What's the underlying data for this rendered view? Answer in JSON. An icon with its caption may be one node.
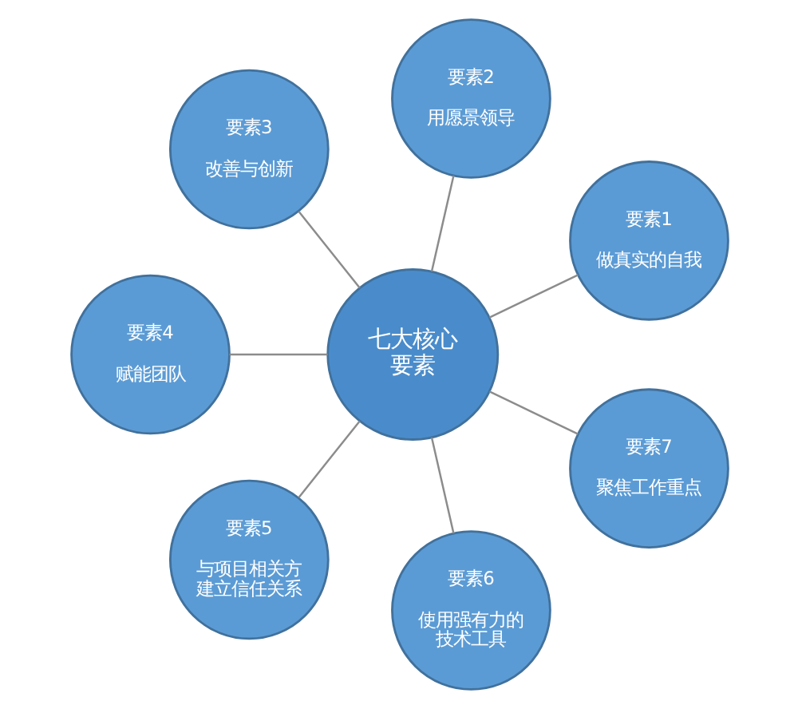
{
  "diagram": {
    "nodes": [
      {
        "text": [
          "七大核心要素"
        ]
      },
      {
        "text": [
          "要素1",
          "做真实的自我"
        ]
      },
      {
        "text": [
          "要素2",
          "用愿景领导"
        ]
      },
      {
        "text": [
          "要素3",
          "改善与创新"
        ]
      },
      {
        "text": [
          "要素4",
          "赋能团队"
        ]
      },
      {
        "text": [
          "要素5",
          "与项目相关方建立信任关系"
        ]
      },
      {
        "text": [
          "要素6",
          "使用强有力的技术工具"
        ]
      },
      {
        "text": [
          "要素7",
          "聚焦工作重点"
        ]
      }
    ],
    "edges": [
      {
        "from": 0,
        "to": 1,
        "arrow": "none"
      },
      {
        "from": 0,
        "to": 2,
        "arrow": "none"
      },
      {
        "from": 0,
        "to": 3,
        "arrow": "none"
      },
      {
        "from": 0,
        "to": 4,
        "arrow": "none"
      },
      {
        "from": 0,
        "to": 5,
        "arrow": "none"
      },
      {
        "from": 0,
        "to": 6,
        "arrow": "none"
      },
      {
        "from": 0,
        "to": 7,
        "arrow": "none"
      }
    ]
  }
}
